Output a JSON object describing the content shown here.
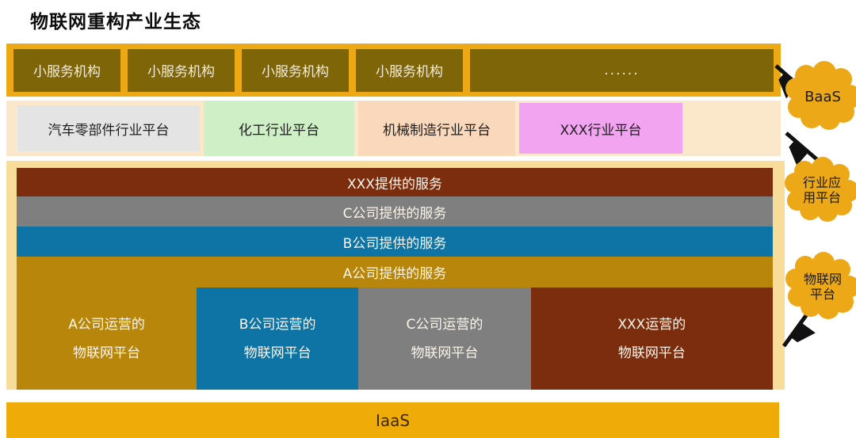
{
  "title": "物联网重构产业生态",
  "baas_layer": {
    "boxes": [
      "小服务机构",
      "小服务机构",
      "小服务机构",
      "小服务机构"
    ],
    "more": "......"
  },
  "industry_layer": {
    "boxes": [
      {
        "label": "汽车零部件行业平台",
        "color": "#E4E4E4"
      },
      {
        "label": "化工行业平台",
        "color": "#CFEFC6"
      },
      {
        "label": "机械制造行业平台",
        "color": "#FAD8BC"
      },
      {
        "label": "XXX行业平台",
        "color": "#F3A4F0"
      }
    ]
  },
  "platform_layer": {
    "service_bars": [
      {
        "label": "XXX提供的服务",
        "color": "#7C2D0E"
      },
      {
        "label": "C公司提供的服务",
        "color": "#7F7F7F"
      },
      {
        "label": "B公司提供的服务",
        "color": "#0E73A5"
      },
      {
        "label": "A公司提供的服务",
        "color": "#B8860B"
      }
    ],
    "columns": [
      {
        "line1": "A公司运营的",
        "line2": "物联网平台",
        "color": "#B8860B"
      },
      {
        "line1": "B公司运营的",
        "line2": "物联网平台",
        "color": "#0E73A5"
      },
      {
        "line1": "C公司运营的",
        "line2": "物联网平台",
        "color": "#7F7F7F"
      },
      {
        "line1": "XXX运营的",
        "line2": "物联网平台",
        "color": "#7C2D0E"
      }
    ]
  },
  "iaas_label": "IaaS",
  "clouds": [
    {
      "label": "BaaS"
    },
    {
      "line1": "行业应",
      "line2": "用平台"
    },
    {
      "line1": "物联网",
      "line2": "平台"
    }
  ],
  "colors": {
    "strip_gold": "#ECA913",
    "dark_service_box": "#7D6508",
    "industry_strip_cream": "#FBE8CB",
    "platform_block_cream": "#F8DC99",
    "iaas_gold": "#EFAC08",
    "cloud_gold": "#EDA817",
    "arrow_black": "#111111"
  }
}
